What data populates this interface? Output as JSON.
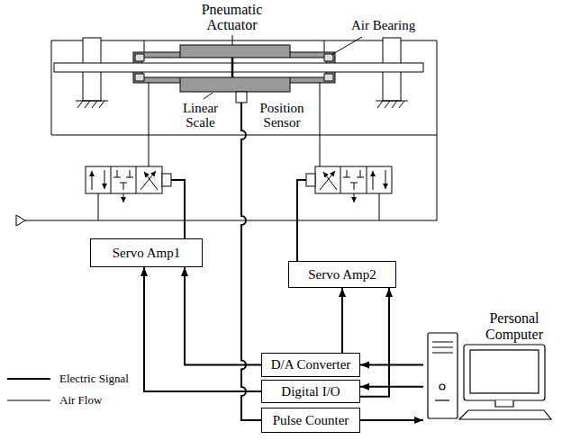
{
  "diagram": {
    "nodes": [
      {
        "text": [
          "Servo Amp1"
        ]
      },
      {
        "text": [
          "Servo Amp2"
        ]
      },
      {
        "text": [
          "D/A Converter"
        ]
      },
      {
        "text": [
          "Digital I/O"
        ]
      },
      {
        "text": [
          "Pulse Counter"
        ]
      },
      {
        "text": [
          "Personal Computer"
        ]
      }
    ],
    "edges": [
      {
        "from": 2,
        "to": 0,
        "arrow": "to"
      },
      {
        "from": 2,
        "to": 1,
        "arrow": "to"
      },
      {
        "from": 5,
        "to": 2,
        "arrow": "to"
      },
      {
        "from": 3,
        "to": 0,
        "arrow": "to"
      },
      {
        "from": 3,
        "to": 1,
        "arrow": "to"
      },
      {
        "from": 5,
        "to": 3,
        "arrow": "to"
      },
      {
        "from": 4,
        "to": 5,
        "arrow": "to"
      }
    ],
    "labels": [
      "Pneumatic Actuator",
      "Air Bearing",
      "Linear Scale",
      "Position Sensor"
    ],
    "legend": [
      {
        "text": "Electric Signal"
      },
      {
        "text": "Air Flow"
      }
    ]
  }
}
